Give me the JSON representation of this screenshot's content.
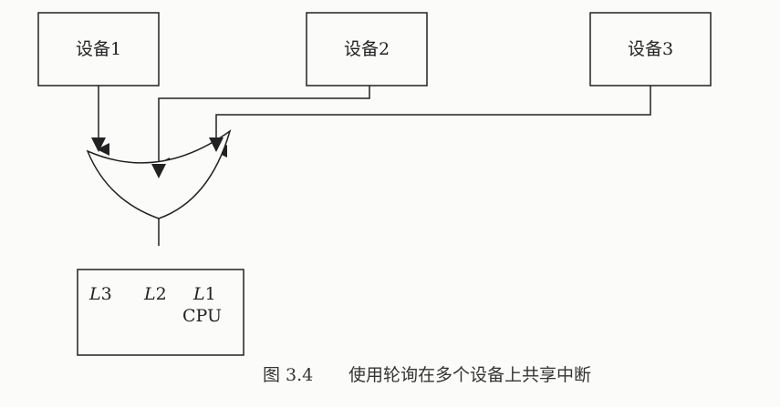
{
  "devices": [
    {
      "label": "设备1"
    },
    {
      "label": "设备2"
    },
    {
      "label": "设备3"
    }
  ],
  "cpu": {
    "lines": [
      {
        "letter": "L",
        "num": "3"
      },
      {
        "letter": "L",
        "num": "2"
      },
      {
        "letter": "L",
        "num": "1"
      }
    ],
    "label": "CPU"
  },
  "caption": {
    "figure": "图 3.4",
    "text": "使用轮询在多个设备上共享中断"
  }
}
